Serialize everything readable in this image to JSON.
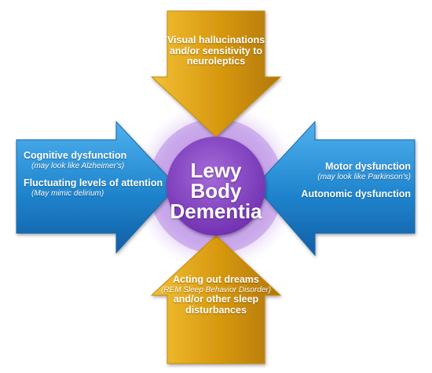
{
  "center": {
    "line1": "Lewy",
    "line2": "Body",
    "line3": "Dementia"
  },
  "top_arrow": {
    "text": "Visual hallucinations and/or sensitivity to neuroleptics"
  },
  "left_arrow": {
    "item1": "Cognitive dysfunction",
    "item1_note": "(may look like Alzheimer's)",
    "item2": "Fluctuating levels of attention",
    "item2_note": "(May mimic delirium)"
  },
  "right_arrow": {
    "item1": "Motor dysfunction",
    "item1_note": "(may look like Parkinson's)",
    "item2": "Autonomic dysfunction"
  },
  "bottom_arrow": {
    "line1": "Acting out dreams",
    "note": "(REM Sleep Behavior Disorder)",
    "line2": "and/or other sleep disturbances"
  },
  "colors": {
    "gold": "#e2a20c",
    "blue": "#2a8fd6",
    "purple": "#8c47c8"
  }
}
